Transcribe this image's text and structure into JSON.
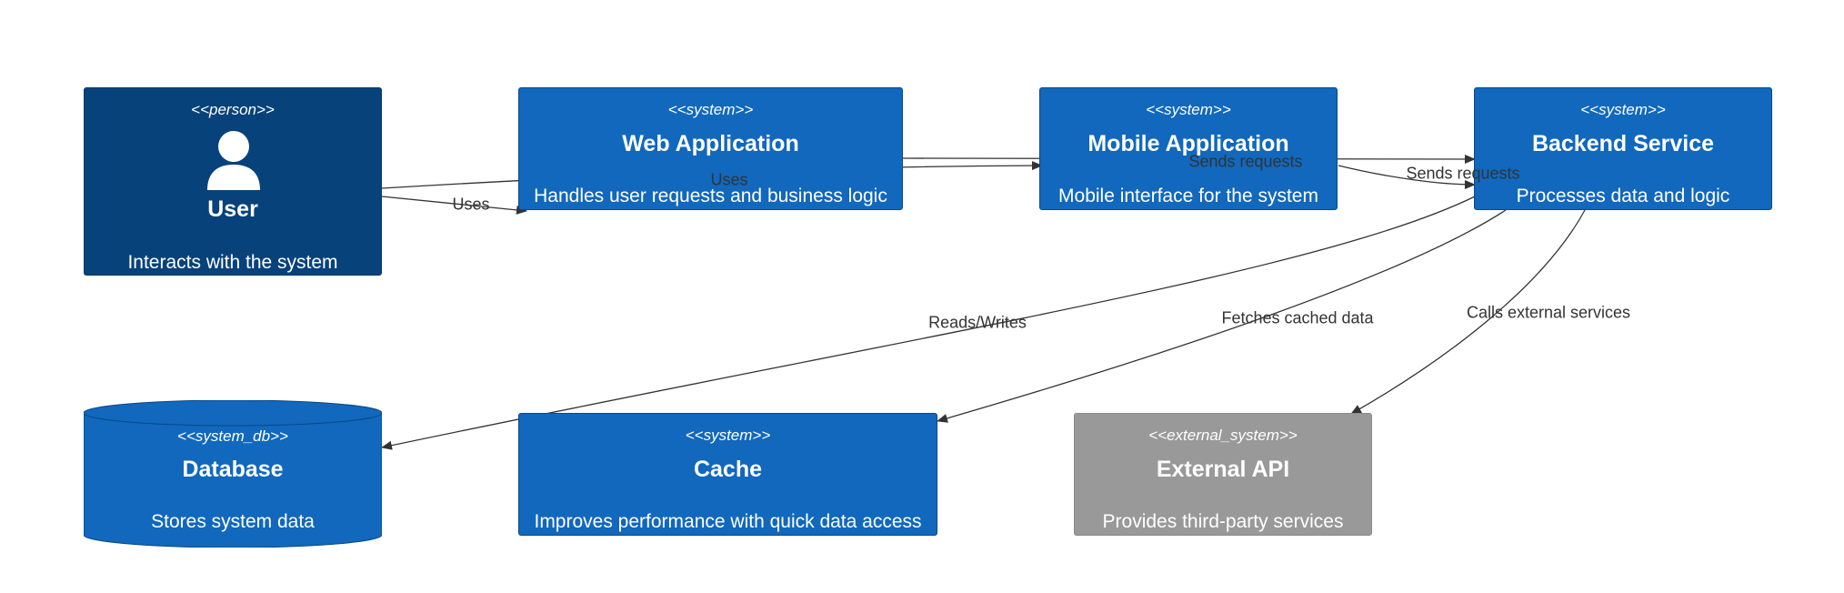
{
  "colors": {
    "person": "#08427b",
    "system": "#1168bd",
    "external": "#999999",
    "edge": "#333333"
  },
  "nodes": {
    "user": {
      "stereotype": "<<person>>",
      "title": "User",
      "description": "Interacts with the system",
      "icon": "person-icon"
    },
    "web": {
      "stereotype": "<<system>>",
      "title": "Web Application",
      "description": "Handles user requests and business logic"
    },
    "mobile": {
      "stereotype": "<<system>>",
      "title": "Mobile Application",
      "description": "Mobile interface for the system"
    },
    "backend": {
      "stereotype": "<<system>>",
      "title": "Backend Service",
      "description": "Processes data and logic"
    },
    "database": {
      "stereotype": "<<system_db>>",
      "title": "Database",
      "description": "Stores system data"
    },
    "cache": {
      "stereotype": "<<system>>",
      "title": "Cache",
      "description": "Improves performance with quick data access"
    },
    "external": {
      "stereotype": "<<external_system>>",
      "title": "External API",
      "description": "Provides third-party services"
    }
  },
  "edges": {
    "user_web": "Uses",
    "user_mobile": "Uses",
    "web_backend": "Sends requests",
    "mobile_backend": "Sends requests",
    "backend_database": "Reads/Writes",
    "backend_cache": "Fetches cached data",
    "backend_external": "Calls external services"
  }
}
